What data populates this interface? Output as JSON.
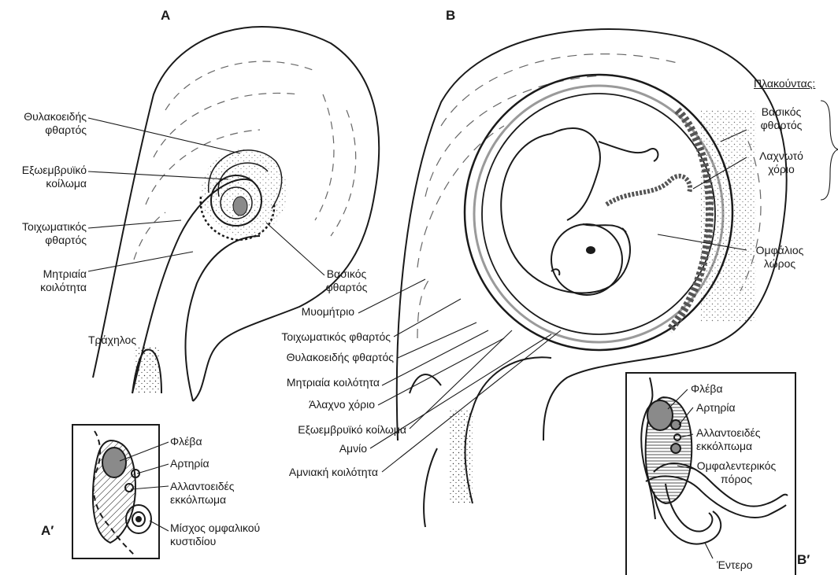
{
  "panels": {
    "a": "A",
    "b": "B",
    "a_prime": "A′",
    "b_prime": "B′"
  },
  "panel_a_labels": {
    "decidua_capsularis": "Θυλακοειδής\nφθαρτός",
    "exocoelomic_cavity": "Εξωεμβρυϊκό\nκοίλωμα",
    "decidua_parietalis": "Τοιχωματικός\nφθαρτός",
    "uterine_cavity": "Μητριαία\nκοιλότητα",
    "decidua_basalis": "Βασικός\nφθαρτός",
    "cervix": "Τράχηλος"
  },
  "panel_a_prime_labels": {
    "vein": "Φλέβα",
    "artery": "Αρτηρία",
    "allantois": "Αλλαντοειδές\nεκκόλπωμα",
    "yolk_stalk": "Μίσχος ομφαλικού\nκυστιδίου"
  },
  "panel_b_labels": {
    "placenta_heading": "Πλακούντας:",
    "decidua_basalis": "Βασικός\nφθαρτός",
    "chorion_frondosum": "Λαχνωτό\nχόριο",
    "umbilical_cord": "Ομφάλιος\nλώρος",
    "myometrium": "Μυομήτριο",
    "decidua_parietalis": "Τοιχωματικός φθαρτός",
    "decidua_capsularis": "Θυλακοειδής φθαρτός",
    "uterine_cavity": "Μητριαία κοιλότητα",
    "chorion_laeve": "Άλαχνο χόριο",
    "exocoelomic_cavity": "Εξωεμβρυϊκό κοίλωμα",
    "amnion": "Αμνίο",
    "amniotic_cavity": "Αμνιακή κοιλότητα"
  },
  "panel_b_prime_labels": {
    "vein": "Φλέβα",
    "artery": "Αρτηρία",
    "allantois": "Αλλαντοειδές\nεκκόλπωμα",
    "vitelline_duct": "Ομφαλεντερικός\nπόρος",
    "intestine": "Έντερο"
  },
  "colors": {
    "ink": "#1a1a1a",
    "vessel_fill": "#8a8a8a",
    "membrane_gray": "#9a9a9a"
  }
}
